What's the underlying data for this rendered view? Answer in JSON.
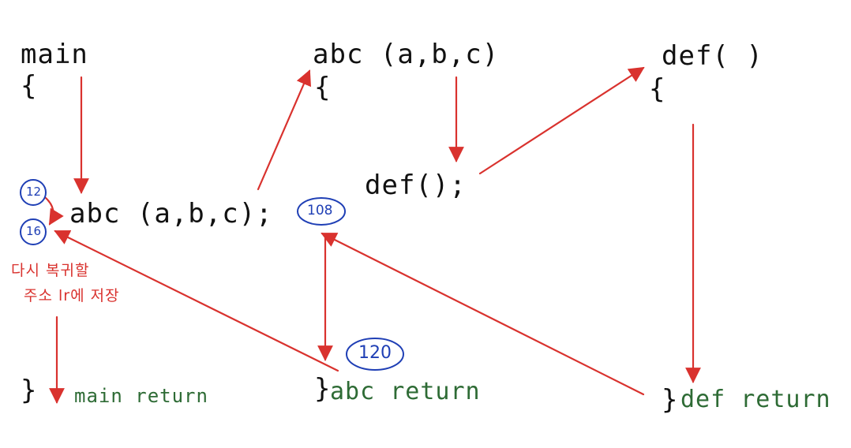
{
  "labels": {
    "main": "main",
    "abc_def": "abc (a,b,c)",
    "def_def": "def(   )",
    "abc_call": "abc (a,b,c);",
    "def_call": "def();",
    "open_brace": "{",
    "close_brace": "}",
    "main_return": "main return",
    "abc_return": "abc return",
    "def_return": "def return",
    "note_line1": "다시 복귀할",
    "note_line2": "주소 lr에 저장"
  },
  "circled_numbers": [
    "12",
    "16",
    "108",
    "120"
  ],
  "colors": {
    "arrow": "#d9322e",
    "circle": "#1f3fb5",
    "return_text": "#2e6b35",
    "code": "#111111"
  }
}
